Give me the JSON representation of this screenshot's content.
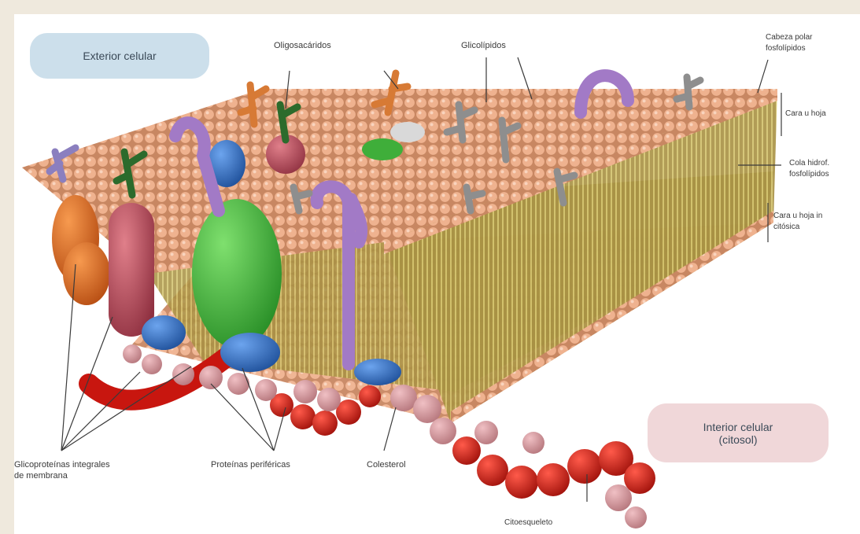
{
  "title": "",
  "labels": {
    "exterior": "Exterior celular",
    "interior_1": "Interior celular",
    "interior_2": "(citosol)",
    "oligosacaridos": "Oligosacáridos",
    "glicolipidos": "Glicolípidos",
    "cabeza_polar_1": "Cabeza polar",
    "cabeza_polar_2": "fosfolípidos",
    "cara_hoja_ext": "Cara u hoja",
    "cola_1": "Cola hidrof.",
    "cola_2": "fosfolípidos",
    "cara_hoja_int_1": "Cara u hoja in",
    "cara_hoja_int_2": "citósica",
    "glicoproteinas_1": "Glicoproteínas integrales",
    "glicoproteinas_2": "de membrana",
    "perifericas": "Proteínas periféricas",
    "colesterol": "Colesterol",
    "citoesqueleto": "Citoesqueleto"
  },
  "colors": {
    "head": "#e8a783",
    "tail": "#d9cc6a",
    "cytoskeleton": "#c8160f",
    "peripheral": "#cf8f96",
    "protein_orange": "#e0621b",
    "protein_red": "#bd4a57",
    "protein_green": "#3fae3a",
    "protein_blue": "#2f6cc0",
    "protein_purple": "#a27ac6",
    "glycolipid": "#8e8e8e",
    "exterior_badge": "#c7dce9",
    "interior_badge": "#efd5d7"
  }
}
